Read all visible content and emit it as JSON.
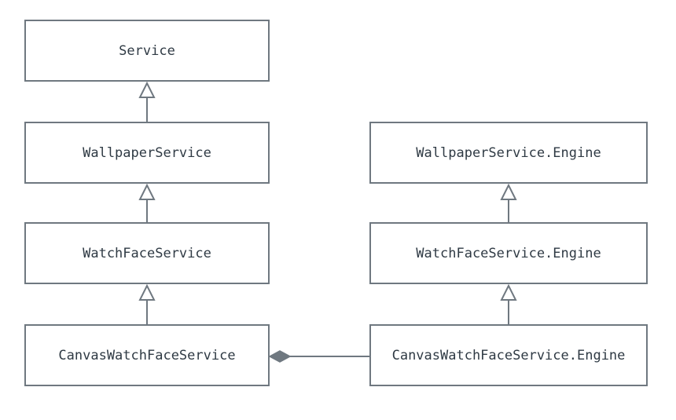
{
  "classes": {
    "service": "Service",
    "wallpaper_service": "WallpaperService",
    "watch_face_service": "WatchFaceService",
    "canvas_watch_face_service": "CanvasWatchFaceService",
    "wallpaper_service_engine": "WallpaperService.Engine",
    "watch_face_service_engine": "WatchFaceService.Engine",
    "canvas_watch_face_service_engine": "CanvasWatchFaceService.Engine"
  },
  "relations": [
    {
      "type": "inheritance",
      "from": "WallpaperService",
      "to": "Service"
    },
    {
      "type": "inheritance",
      "from": "WatchFaceService",
      "to": "WallpaperService"
    },
    {
      "type": "inheritance",
      "from": "CanvasWatchFaceService",
      "to": "WatchFaceService"
    },
    {
      "type": "inheritance",
      "from": "WatchFaceService.Engine",
      "to": "WallpaperService.Engine"
    },
    {
      "type": "inheritance",
      "from": "CanvasWatchFaceService.Engine",
      "to": "WatchFaceService.Engine"
    },
    {
      "type": "composition",
      "whole": "CanvasWatchFaceService",
      "part": "CanvasWatchFaceService.Engine"
    }
  ],
  "colors": {
    "stroke": "#6f7880",
    "text": "#2f3a44",
    "diamond_fill": "#6f7880",
    "background": "#ffffff"
  }
}
